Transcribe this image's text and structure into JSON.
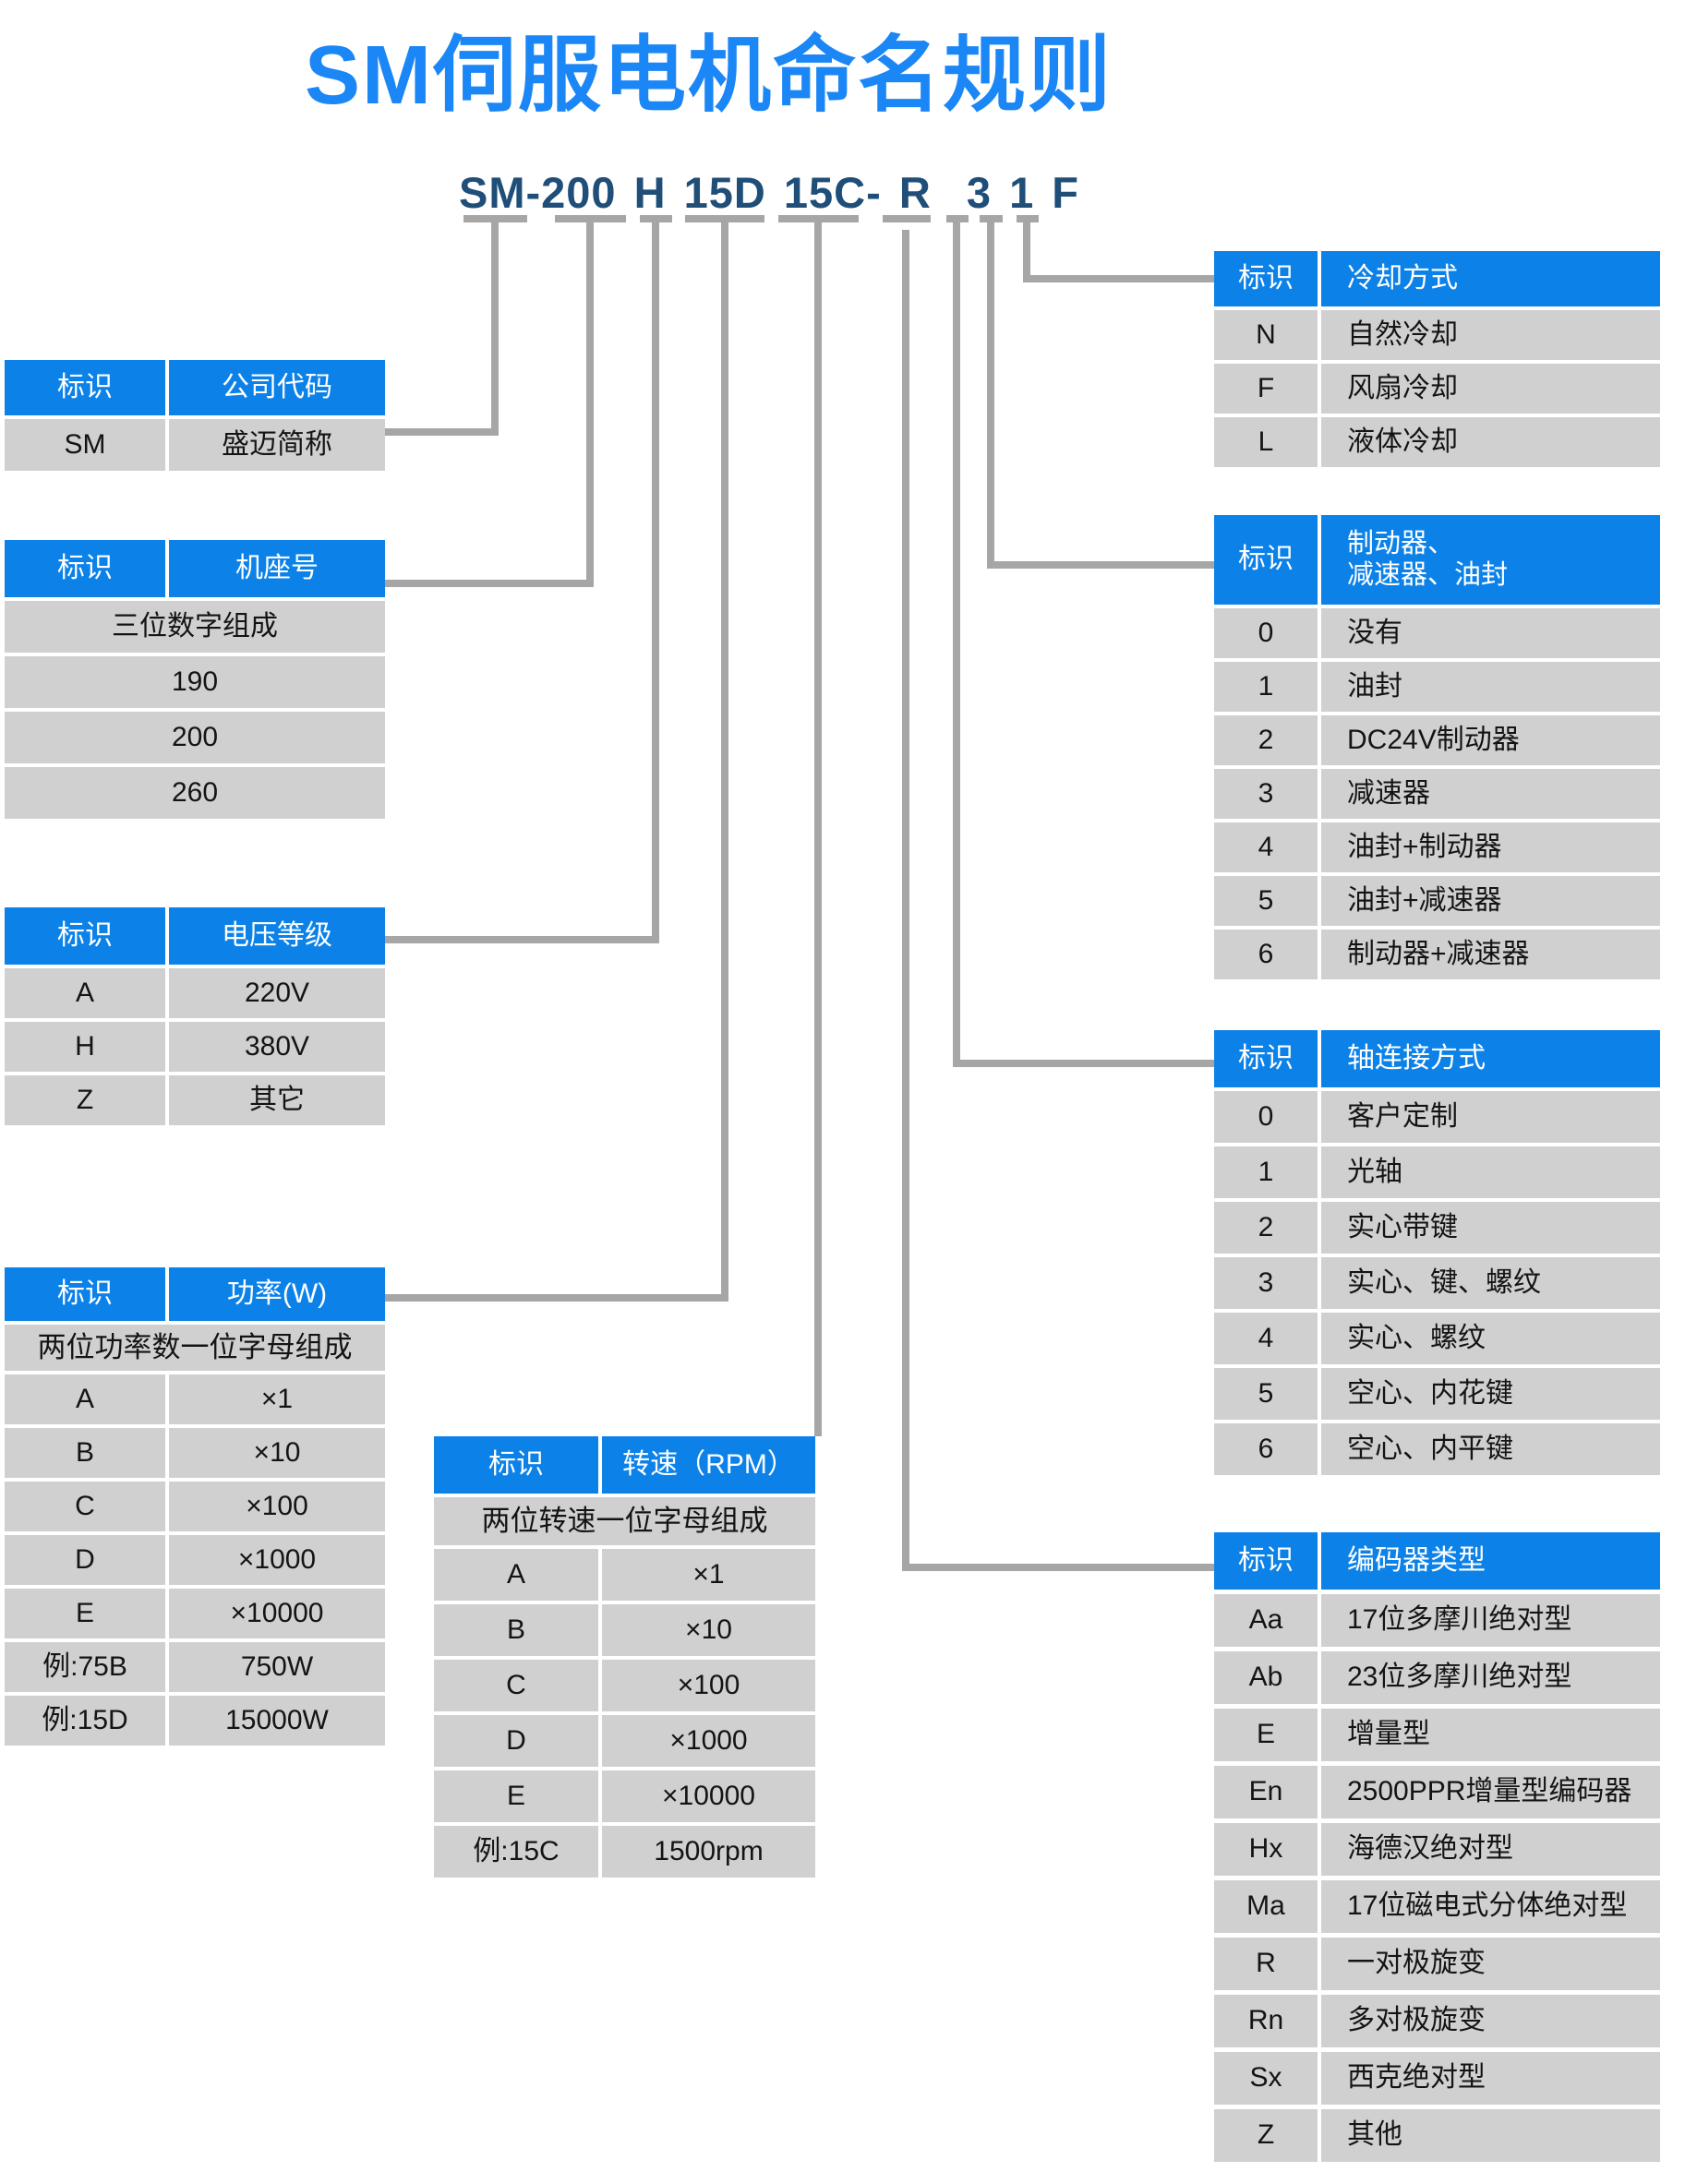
{
  "title": "SM伺服电机命名规则",
  "model": {
    "full": "SM-200 H 15D 15C- R  3 1 F"
  },
  "colors": {
    "title_blue": "#1b86f5",
    "header_blue": "#0c82e8",
    "model_navy": "#1f4e79",
    "row_gray": "#d0d0d0",
    "connector_gray": "#a6a6a6"
  },
  "tables": {
    "company": {
      "id_header": "标识",
      "value_header": "公司代码",
      "rows": [
        [
          "SM",
          "盛迈简称"
        ]
      ]
    },
    "frame": {
      "id_header": "标识",
      "value_header": "机座号",
      "full_rows": [
        "三位数字组成",
        "190",
        "200",
        "260"
      ]
    },
    "voltage": {
      "id_header": "标识",
      "value_header": "电压等级",
      "rows": [
        [
          "A",
          "220V"
        ],
        [
          "H",
          "380V"
        ],
        [
          "Z",
          "其它"
        ]
      ]
    },
    "power": {
      "id_header": "标识",
      "value_header": "功率(W)",
      "note": "两位功率数一位字母组成",
      "rows": [
        [
          "A",
          "×1"
        ],
        [
          "B",
          "×10"
        ],
        [
          "C",
          "×100"
        ],
        [
          "D",
          "×1000"
        ],
        [
          "E",
          "×10000"
        ],
        [
          "例:75B",
          "750W"
        ],
        [
          "例:15D",
          "15000W"
        ]
      ]
    },
    "speed": {
      "id_header": "标识",
      "value_header": "转速（RPM）",
      "note": "两位转速一位字母组成",
      "rows": [
        [
          "A",
          "×1"
        ],
        [
          "B",
          "×10"
        ],
        [
          "C",
          "×100"
        ],
        [
          "D",
          "×1000"
        ],
        [
          "E",
          "×10000"
        ],
        [
          "例:15C",
          "1500rpm"
        ]
      ]
    },
    "cooling": {
      "id_header": "标识",
      "value_header": "冷却方式",
      "rows": [
        [
          "N",
          "自然冷却"
        ],
        [
          "F",
          "风扇冷却"
        ],
        [
          "L",
          "液体冷却"
        ]
      ]
    },
    "brake": {
      "id_header": "标识",
      "value_header": "制动器、\n减速器、油封",
      "rows": [
        [
          "0",
          "没有"
        ],
        [
          "1",
          "油封"
        ],
        [
          "2",
          "DC24V制动器"
        ],
        [
          "3",
          "减速器"
        ],
        [
          "4",
          "油封+制动器"
        ],
        [
          "5",
          "油封+减速器"
        ],
        [
          "6",
          "制动器+减速器"
        ]
      ]
    },
    "shaft": {
      "id_header": "标识",
      "value_header": "轴连接方式",
      "rows": [
        [
          "0",
          "客户定制"
        ],
        [
          "1",
          "光轴"
        ],
        [
          "2",
          "实心带键"
        ],
        [
          "3",
          "实心、键、螺纹"
        ],
        [
          "4",
          "实心、螺纹"
        ],
        [
          "5",
          "空心、内花键"
        ],
        [
          "6",
          "空心、内平键"
        ]
      ]
    },
    "encoder": {
      "id_header": "标识",
      "value_header": "编码器类型",
      "rows": [
        [
          "Aa",
          "17位多摩川绝对型"
        ],
        [
          "Ab",
          "23位多摩川绝对型"
        ],
        [
          "E",
          "增量型"
        ],
        [
          "En",
          "2500PPR增量型编码器"
        ],
        [
          "Hx",
          "海德汉绝对型"
        ],
        [
          "Ma",
          "17位磁电式分体绝对型"
        ],
        [
          "R",
          "一对极旋变"
        ],
        [
          "Rn",
          "多对极旋变"
        ],
        [
          "Sx",
          "西克绝对型"
        ],
        [
          "Z",
          "其他"
        ]
      ]
    }
  }
}
